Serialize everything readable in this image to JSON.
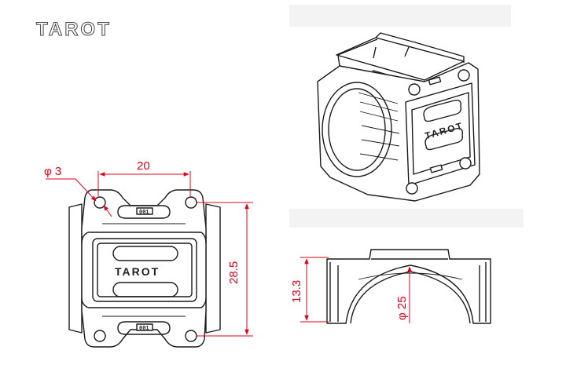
{
  "brand": {
    "logo_text": "TAROT",
    "part_logo_text": "TAROT"
  },
  "front_view": {
    "hole_diameter_label": "φ 3",
    "width_label": "20",
    "height_label": "28.5",
    "badge_text": "001"
  },
  "side_view": {
    "height_label": "13.3",
    "bore_label": "φ 25"
  },
  "colors": {
    "dimension": "#e0001a",
    "line_art": "#1a1a1a",
    "background": "#ffffff"
  }
}
